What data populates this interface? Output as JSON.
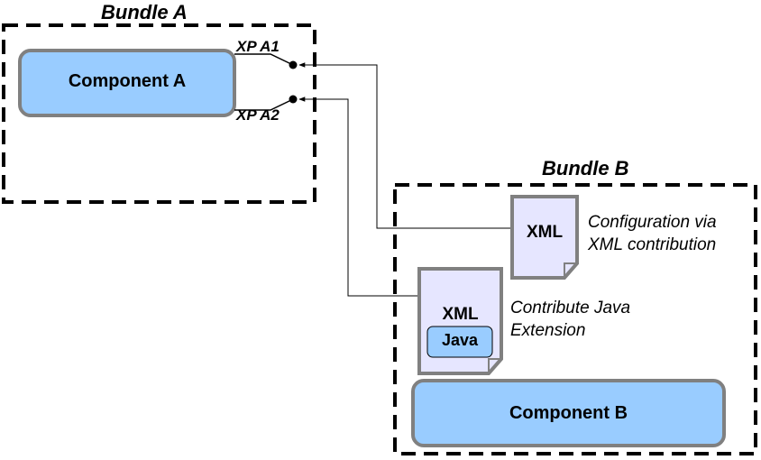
{
  "bundles": {
    "a": {
      "title": "Bundle A"
    },
    "b": {
      "title": "Bundle B"
    }
  },
  "components": {
    "a": {
      "label": "Component A",
      "fill": "#99ccff"
    },
    "b": {
      "label": "Component B",
      "fill": "#99ccff"
    }
  },
  "extension_points": {
    "xp_a1": "XP A1",
    "xp_a2": "XP A2"
  },
  "documents": {
    "config_xml": {
      "label": "XML",
      "fill": "#e6e6ff"
    },
    "java_xml": {
      "label": "XML",
      "inner_label": "Java",
      "fill": "#e6e6ff"
    }
  },
  "notes": {
    "config": [
      "Configuration via",
      "XML contribution"
    ],
    "java": [
      "Contribute Java",
      "Extension"
    ]
  }
}
